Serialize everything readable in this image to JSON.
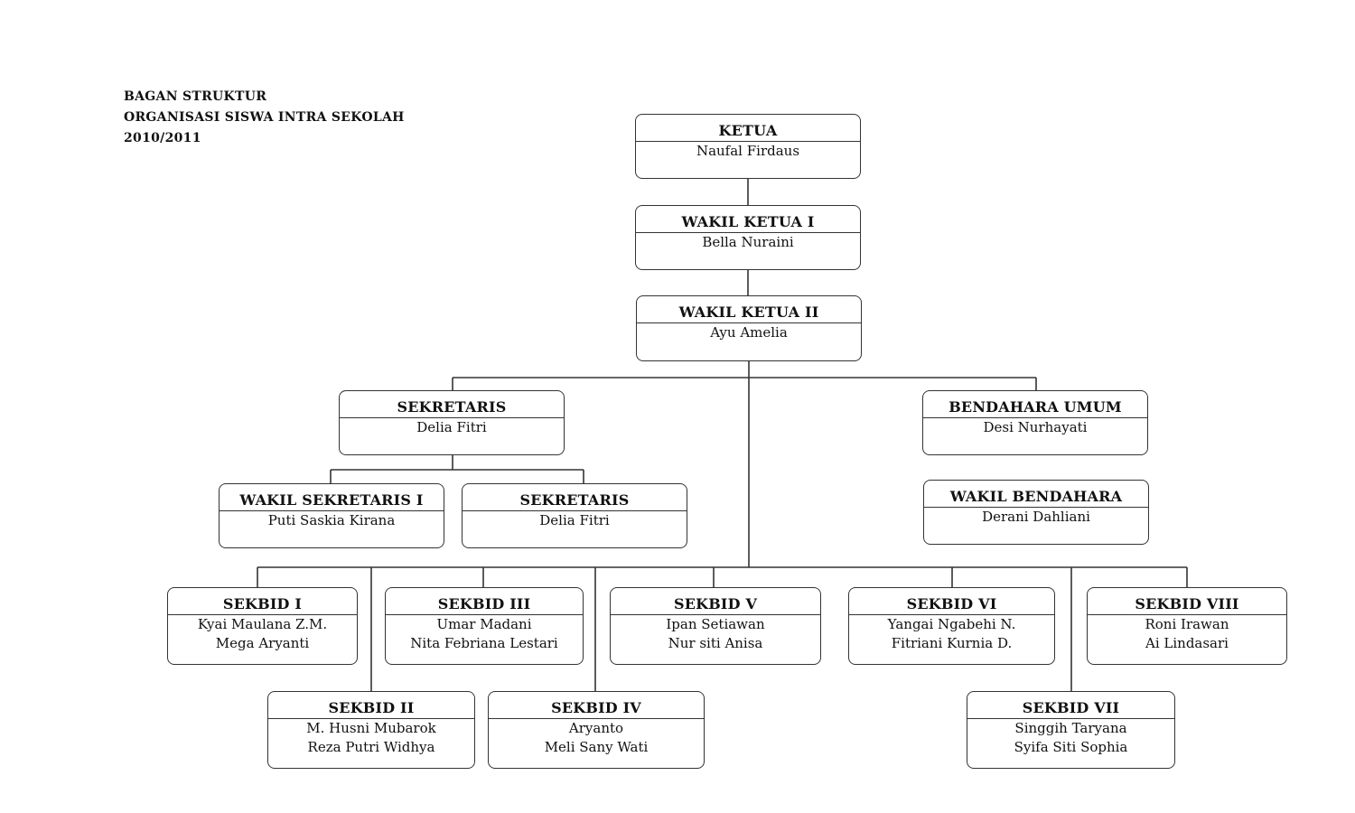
{
  "title_lines": [
    "BAGAN STRUKTUR",
    "ORGANISASI SISWA INTRA SEKOLAH",
    "2010/2011"
  ],
  "nodes": {
    "ketua": {
      "role": "KETUA",
      "names": [
        "Naufal Firdaus"
      ]
    },
    "wakil_ketua_1": {
      "role": "WAKIL KETUA I",
      "names": [
        "Bella Nuraini"
      ]
    },
    "wakil_ketua_2": {
      "role": "WAKIL KETUA II",
      "names": [
        "Ayu Amelia"
      ]
    },
    "sekretaris": {
      "role": "SEKRETARIS",
      "names": [
        "Delia Fitri"
      ]
    },
    "bendahara_umum": {
      "role": "BENDAHARA UMUM",
      "names": [
        "Desi Nurhayati"
      ]
    },
    "wakil_sekretaris_1": {
      "role": "WAKIL SEKRETARIS I",
      "names": [
        "Puti Saskia Kirana"
      ]
    },
    "sekretaris_2": {
      "role": "SEKRETARIS",
      "names": [
        "Delia Fitri"
      ]
    },
    "wakil_bendahara": {
      "role": "WAKIL BENDAHARA",
      "names": [
        "Derani Dahliani"
      ]
    },
    "sekbid_1": {
      "role": "SEKBID I",
      "names": [
        "Kyai Maulana Z.M.",
        "Mega Aryanti"
      ]
    },
    "sekbid_3": {
      "role": "SEKBID III",
      "names": [
        "Umar Madani",
        "Nita Febriana Lestari"
      ]
    },
    "sekbid_5": {
      "role": "SEKBID V",
      "names": [
        "Ipan Setiawan",
        "Nur siti Anisa"
      ]
    },
    "sekbid_6": {
      "role": "SEKBID VI",
      "names": [
        "Yangai Ngabehi N.",
        "Fitriani Kurnia D."
      ]
    },
    "sekbid_8": {
      "role": "SEKBID VIII",
      "names": [
        "Roni Irawan",
        "Ai Lindasari"
      ]
    },
    "sekbid_2": {
      "role": "SEKBID II",
      "names": [
        "M. Husni Mubarok",
        "Reza Putri Widhya"
      ]
    },
    "sekbid_4": {
      "role": "SEKBID IV",
      "names": [
        "Aryanto",
        "Meli Sany Wati"
      ]
    },
    "sekbid_7": {
      "role": "SEKBID VII",
      "names": [
        "Singgih Taryana",
        "Syifa Siti Sophia"
      ]
    }
  }
}
